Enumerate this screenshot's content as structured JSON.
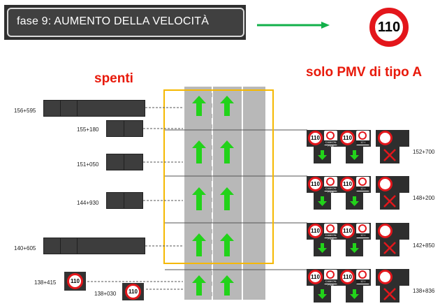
{
  "header": {
    "phase_label": "fase 9:  AUMENTO DELLA VELOCITÀ",
    "big_sign": "110"
  },
  "left_title": "spenti",
  "right_title": "solo PMV di tipo A",
  "left_markers": [
    "156+595",
    "155+180",
    "151+050",
    "144+930",
    "140+605",
    "138+415",
    "138+030"
  ],
  "right_markers": [
    "152+700",
    "148+200",
    "142+850",
    "138+836"
  ],
  "small_signs": {
    "sign_138_415": "110",
    "sign_138_030": "110"
  },
  "vms_group": {
    "speed": "110",
    "text_a": "CAMION\nCAR",
    "text_b": "12 t"
  },
  "colors": {
    "accent_red": "#e8190a",
    "arrow_green": "#22d31a",
    "frame_yellow": "#f5b800",
    "connector_green": "#12b04a"
  }
}
